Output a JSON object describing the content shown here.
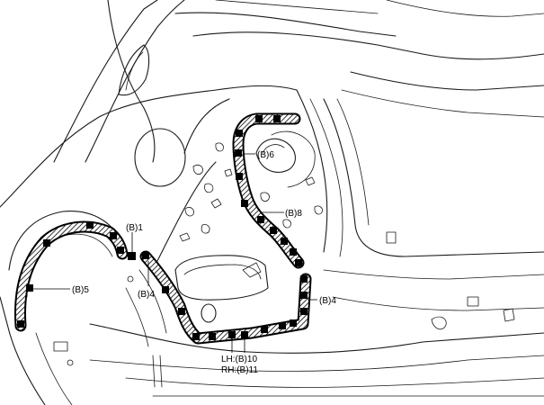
{
  "labels": {
    "b1": "(B)1",
    "b4_left": "(B)4",
    "b4_right": "(B)4",
    "b5": "(B)5",
    "b6": "(B)6",
    "b8": "(B)8",
    "b10": "LH:(B)10",
    "b11": "RH:(B)11"
  },
  "colors": {
    "line": "#1a1a1a",
    "seal": "#000000",
    "background": "#ffffff"
  }
}
